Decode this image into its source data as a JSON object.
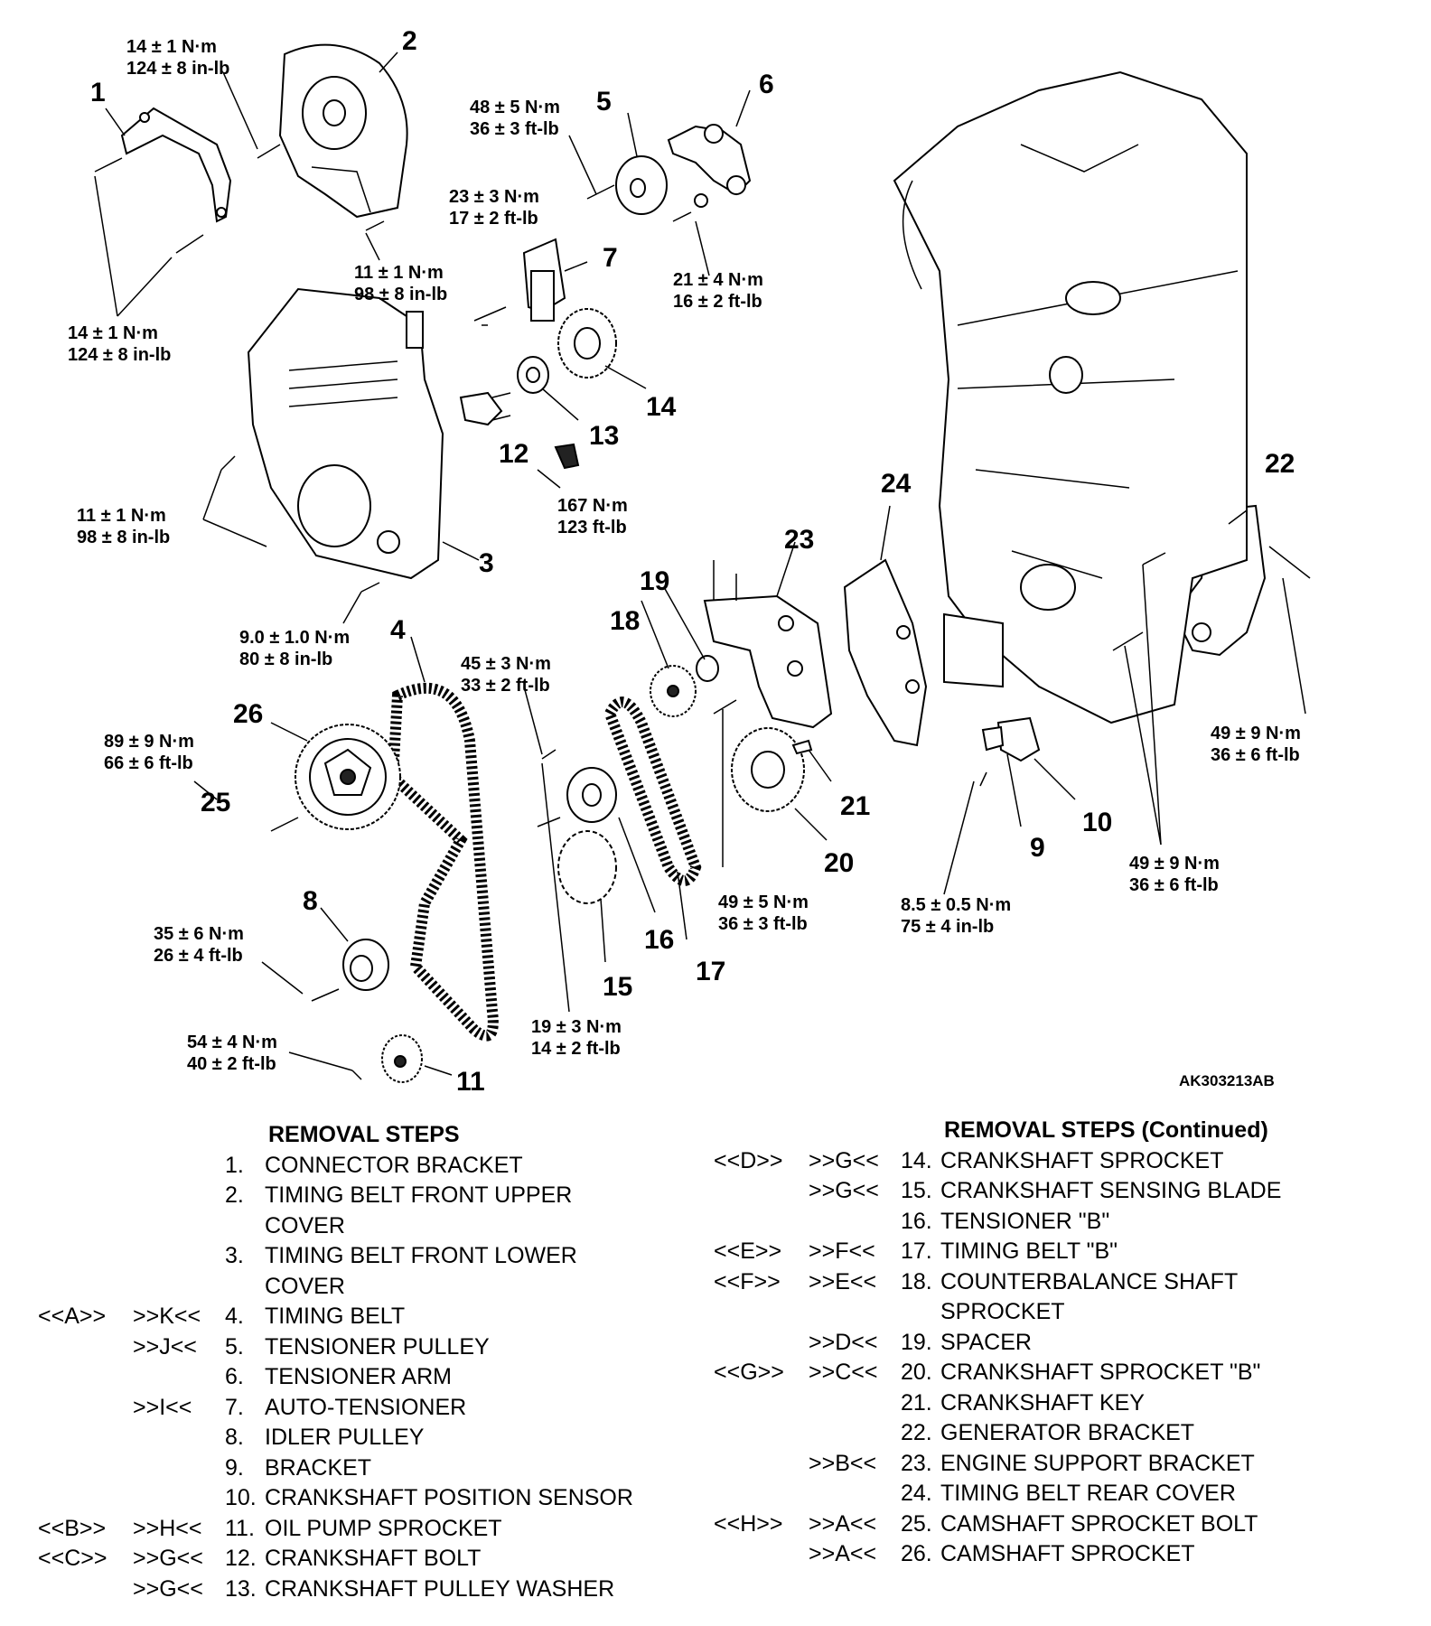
{
  "figure_id": "AK303213AB",
  "callouts": {
    "n1": "1",
    "n2": "2",
    "n3": "3",
    "n4": "4",
    "n5": "5",
    "n6": "6",
    "n7": "7",
    "n8": "8",
    "n9": "9",
    "n10": "10",
    "n11": "11",
    "n12": "12",
    "n13": "13",
    "n14": "14",
    "n15": "15",
    "n16": "16",
    "n17": "17",
    "n18": "18",
    "n19": "19",
    "n20": "20",
    "n21": "21",
    "n22": "22",
    "n23": "23",
    "n24": "24",
    "n25": "25",
    "n26": "26"
  },
  "torques": {
    "t_a": [
      "14 ± 1 N·m",
      "124 ± 8 in-lb"
    ],
    "t_b": [
      "14 ± 1 N·m",
      "124 ± 8 in-lb"
    ],
    "t_c": [
      "11 ± 1 N·m",
      "98 ± 8 in-lb"
    ],
    "t_d": [
      "48 ± 5 N·m",
      "36 ± 3 ft-lb"
    ],
    "t_e": [
      "23 ± 3 N·m",
      "17 ± 2 ft-lb"
    ],
    "t_f": [
      "21 ± 4 N·m",
      "16 ± 2 ft-lb"
    ],
    "t_g": [
      "11 ± 1 N·m",
      "98 ± 8 in-lb"
    ],
    "t_h": [
      "167 N·m",
      "123 ft-lb"
    ],
    "t_i": [
      "9.0 ± 1.0 N·m",
      "80 ± 8 in-lb"
    ],
    "t_j": [
      "45 ± 3 N·m",
      "33 ± 2 ft-lb"
    ],
    "t_k": [
      "89 ± 9 N·m",
      "66 ± 6 ft-lb"
    ],
    "t_l": [
      "35 ± 6 N·m",
      "26 ± 4 ft-lb"
    ],
    "t_m": [
      "54 ± 4 N·m",
      "40 ± 2 ft-lb"
    ],
    "t_n": [
      "19 ± 3 N·m",
      "14 ± 2 ft-lb"
    ],
    "t_o": [
      "49 ± 5 N·m",
      "36 ± 3 ft-lb"
    ],
    "t_p": [
      "8.5 ± 0.5 N·m",
      "75 ± 4 in-lb"
    ],
    "t_q": [
      "49 ± 9 N·m",
      "36 ± 6 ft-lb"
    ],
    "t_r": [
      "49 ± 9 N·m",
      "36 ± 6 ft-lb"
    ]
  },
  "removal_steps": {
    "heading": "REMOVAL STEPS",
    "heading_continued": "REMOVAL STEPS (Continued)",
    "left": [
      {
        "a": "",
        "b": "",
        "n": "1.",
        "t": "CONNECTOR BRACKET"
      },
      {
        "a": "",
        "b": "",
        "n": "2.",
        "t": "TIMING BELT FRONT UPPER"
      },
      {
        "a": "",
        "b": "",
        "n": "",
        "t": "COVER"
      },
      {
        "a": "",
        "b": "",
        "n": "3.",
        "t": "TIMING BELT FRONT LOWER"
      },
      {
        "a": "",
        "b": "",
        "n": "",
        "t": "COVER"
      },
      {
        "a": "<<A>>",
        "b": ">>K<<",
        "n": "4.",
        "t": "TIMING BELT"
      },
      {
        "a": "",
        "b": ">>J<<",
        "n": "5.",
        "t": "TENSIONER PULLEY"
      },
      {
        "a": "",
        "b": "",
        "n": "6.",
        "t": "TENSIONER ARM"
      },
      {
        "a": "",
        "b": ">>I<<",
        "n": "7.",
        "t": "AUTO-TENSIONER"
      },
      {
        "a": "",
        "b": "",
        "n": "8.",
        "t": "IDLER PULLEY"
      },
      {
        "a": "",
        "b": "",
        "n": "9.",
        "t": "BRACKET"
      },
      {
        "a": "",
        "b": "",
        "n": "10.",
        "t": "CRANKSHAFT POSITION SENSOR"
      },
      {
        "a": "<<B>>",
        "b": ">>H<<",
        "n": "11.",
        "t": "OIL PUMP SPROCKET"
      },
      {
        "a": "<<C>>",
        "b": ">>G<<",
        "n": "12.",
        "t": "CRANKSHAFT BOLT"
      },
      {
        "a": "",
        "b": ">>G<<",
        "n": "13.",
        "t": "CRANKSHAFT PULLEY WASHER"
      }
    ],
    "right": [
      {
        "a": "<<D>>",
        "b": ">>G<<",
        "n": "14.",
        "t": "CRANKSHAFT SPROCKET"
      },
      {
        "a": "",
        "b": ">>G<<",
        "n": "15.",
        "t": "CRANKSHAFT SENSING BLADE"
      },
      {
        "a": "",
        "b": "",
        "n": "16.",
        "t": "TENSIONER \"B\""
      },
      {
        "a": "<<E>>",
        "b": ">>F<<",
        "n": "17.",
        "t": "TIMING BELT \"B\""
      },
      {
        "a": "<<F>>",
        "b": ">>E<<",
        "n": "18.",
        "t": "COUNTERBALANCE SHAFT"
      },
      {
        "a": "",
        "b": "",
        "n": "",
        "t": "SPROCKET"
      },
      {
        "a": "",
        "b": ">>D<<",
        "n": "19.",
        "t": "SPACER"
      },
      {
        "a": "<<G>>",
        "b": ">>C<<",
        "n": "20.",
        "t": "CRANKSHAFT SPROCKET \"B\""
      },
      {
        "a": "",
        "b": "",
        "n": "21.",
        "t": "CRANKSHAFT KEY"
      },
      {
        "a": "",
        "b": "",
        "n": "22.",
        "t": "GENERATOR BRACKET"
      },
      {
        "a": "",
        "b": ">>B<<",
        "n": "23.",
        "t": "ENGINE SUPPORT BRACKET"
      },
      {
        "a": "",
        "b": "",
        "n": "24.",
        "t": "TIMING BELT REAR COVER"
      },
      {
        "a": "<<H>>",
        "b": ">>A<<",
        "n": "25.",
        "t": "CAMSHAFT SPROCKET BOLT"
      },
      {
        "a": "",
        "b": ">>A<<",
        "n": "26.",
        "t": "CAMSHAFT SPROCKET"
      }
    ]
  }
}
